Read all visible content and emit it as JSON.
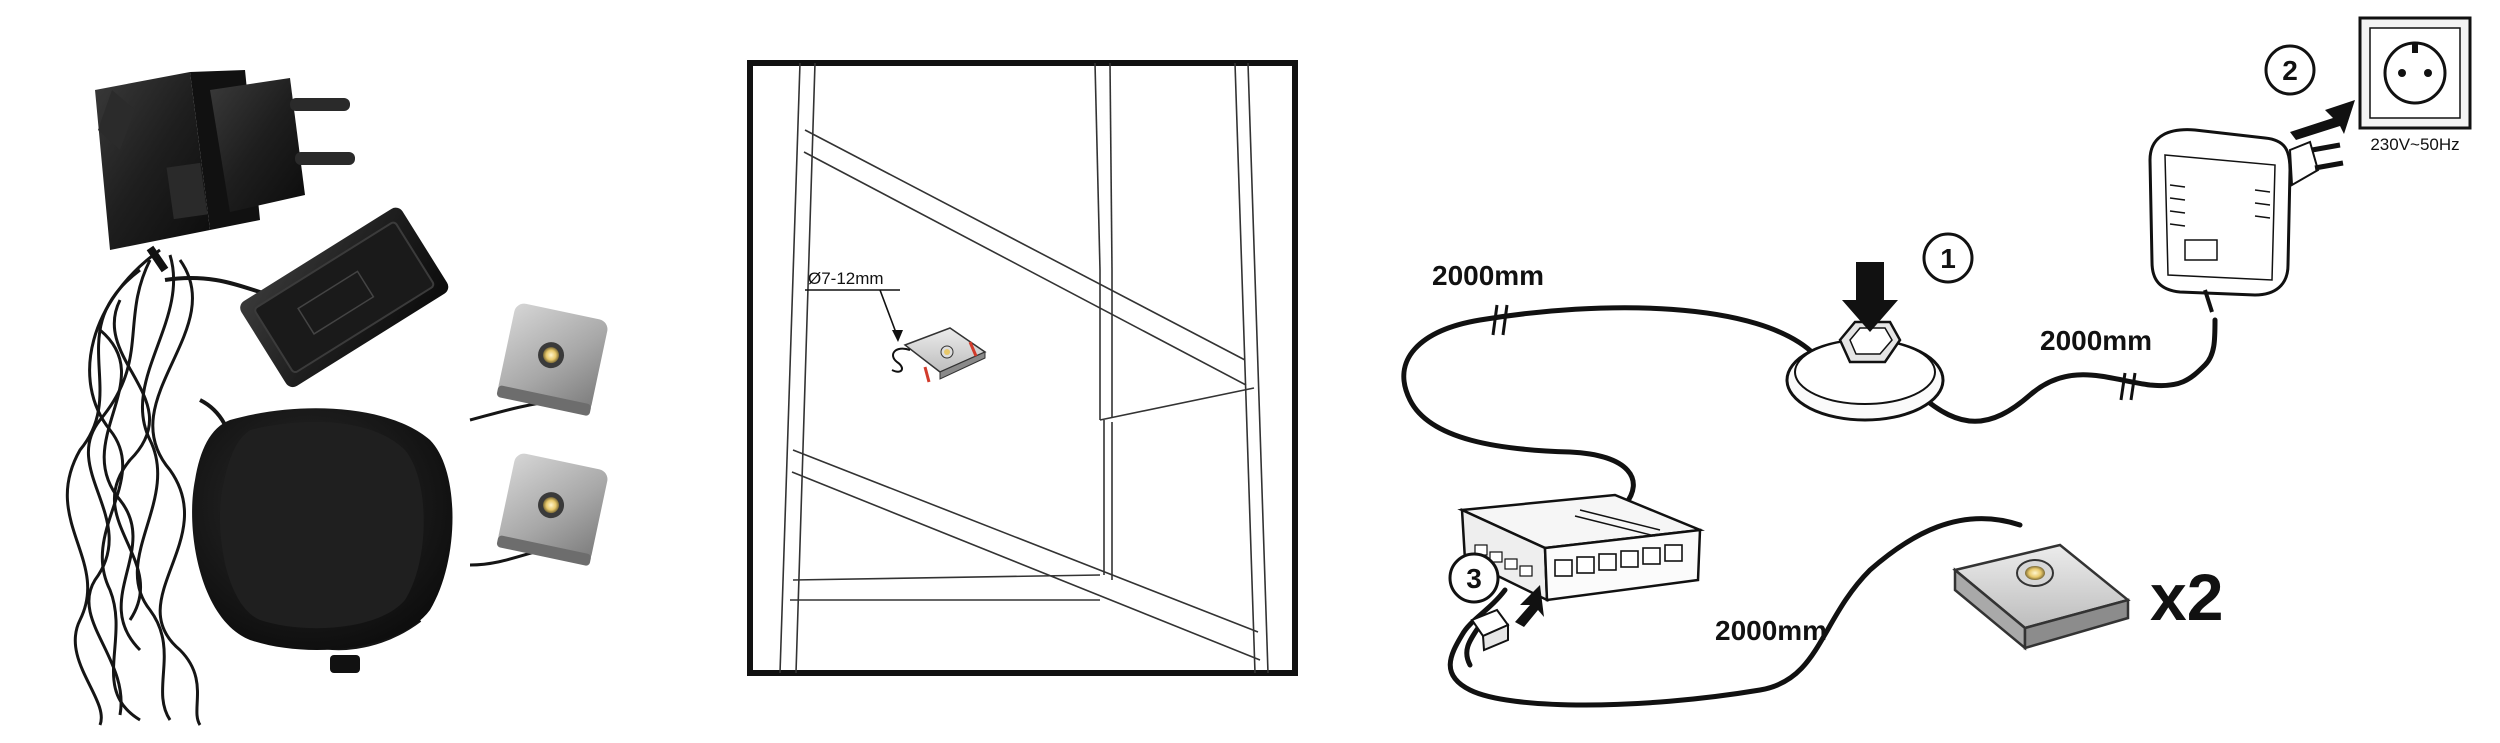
{
  "photo": {
    "items": [
      "power-adapter",
      "distribution-box",
      "touch-switch",
      "led-spot",
      "led-spot"
    ]
  },
  "install_panel": {
    "drill_label": "Ø7-12mm"
  },
  "wiring_diagram": {
    "cable_length_left": "2000mm",
    "cable_length_right": "2000mm",
    "cable_length_bottom": "2000mm",
    "step_1": "1",
    "step_2": "2",
    "step_3": "3",
    "outlet_rating": "230V~50Hz",
    "spot_quantity": "x2"
  },
  "colors": {
    "cable": "#111111",
    "plastic_black": "#1c1c1c",
    "aluminium": "#a9a9a9",
    "led_warm": "#e8c86a",
    "accent_red": "#d23b2b"
  }
}
